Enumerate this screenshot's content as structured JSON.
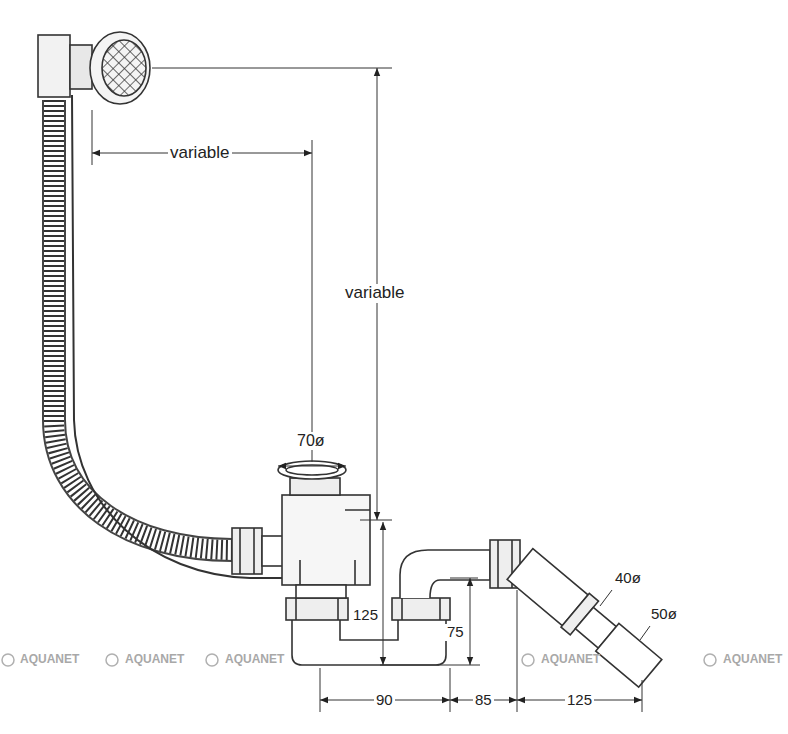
{
  "diagram": {
    "labels": [
      "variable",
      "variable",
      "70ø",
      "125",
      "75",
      "90",
      "85",
      "125",
      "40ø",
      "50ø",
      "AQUANET",
      "AQUANET",
      "AQUANET",
      "AQUANET",
      "AQUANET"
    ]
  }
}
